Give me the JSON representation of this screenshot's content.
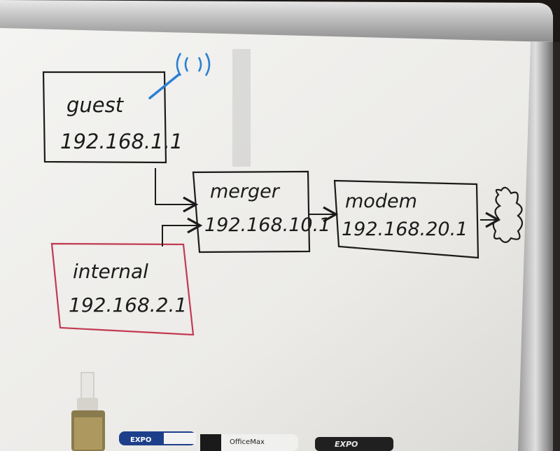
{
  "board": {
    "nodes": [
      {
        "id": "guest",
        "name": "guest",
        "ip": "192.168.1.1",
        "color": "#1b1b1b"
      },
      {
        "id": "merger",
        "name": "merger",
        "ip": "192.168.10.1",
        "color": "#1b1b1b"
      },
      {
        "id": "modem",
        "name": "modem",
        "ip": "192.168.20.1",
        "color": "#1b1b1b"
      },
      {
        "id": "internal",
        "name": "internal",
        "ip": "192.168.2.1",
        "color": "#c23a52"
      }
    ],
    "wifi_icon": "wifi-signal-icon",
    "wifi_color": "#2a7fd4",
    "cloud_icon": "internet-cloud-icon"
  },
  "tray": {
    "items": [
      {
        "icon": "spray-bottle-icon",
        "label": ""
      },
      {
        "icon": "marker-blue-icon",
        "label": "EXPO"
      },
      {
        "icon": "marker-white-icon",
        "label": "OfficeMax"
      },
      {
        "icon": "marker-black-icon",
        "label": "EXPO"
      }
    ]
  }
}
